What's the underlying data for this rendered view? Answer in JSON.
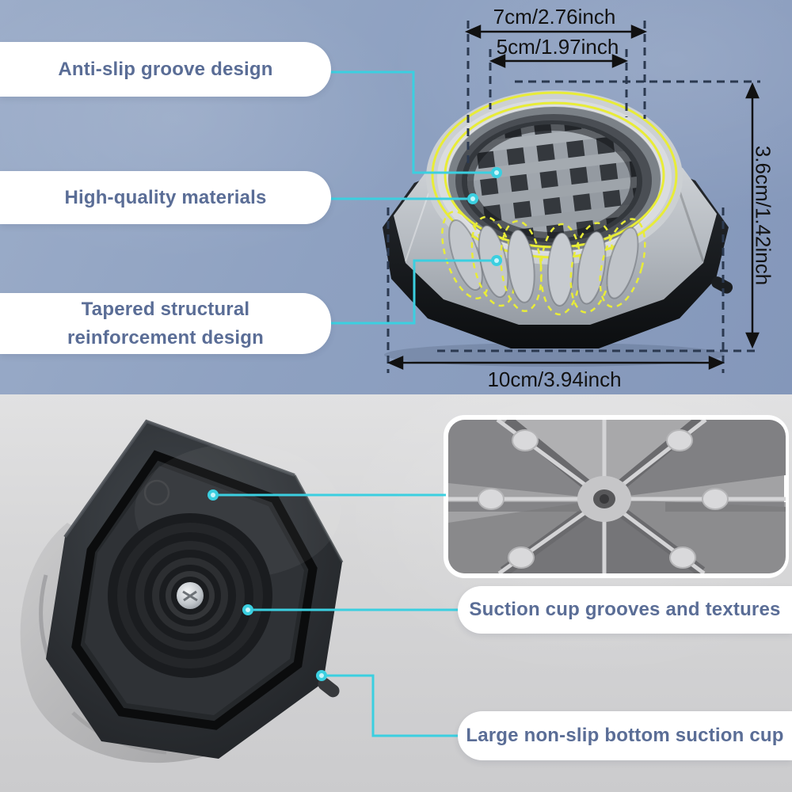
{
  "page": {
    "title": "Anti-vibration washing machine foot pad infographic"
  },
  "colors": {
    "accent_cyan": "#3BCFE0",
    "highlight_yellow": "#E8EC38",
    "label_text": "#5A6D96",
    "top_background": "#8EA1C1",
    "bottom_background": "#D6D6D7",
    "dimension_dash": "#2B3950",
    "dimension_arrow": "#111111"
  },
  "icons": {
    "callout_dot": "filled-circle",
    "dimension_arrow": "double-headed-arrow"
  },
  "top_section": {
    "callouts": [
      {
        "label": "Anti-slip groove design"
      },
      {
        "label": "High-quality materials"
      },
      {
        "label": "Tapered structural reinforcement design"
      }
    ],
    "dimensions": {
      "top_outer": "7cm/2.76inch",
      "top_inner": "5cm/1.97inch",
      "height": "3.6cm/1.42inch",
      "width": "10cm/3.94inch"
    }
  },
  "bottom_section": {
    "callouts": [
      {
        "label": "Suction cup grooves and textures"
      },
      {
        "label": "Large non-slip bottom suction cup"
      }
    ]
  }
}
